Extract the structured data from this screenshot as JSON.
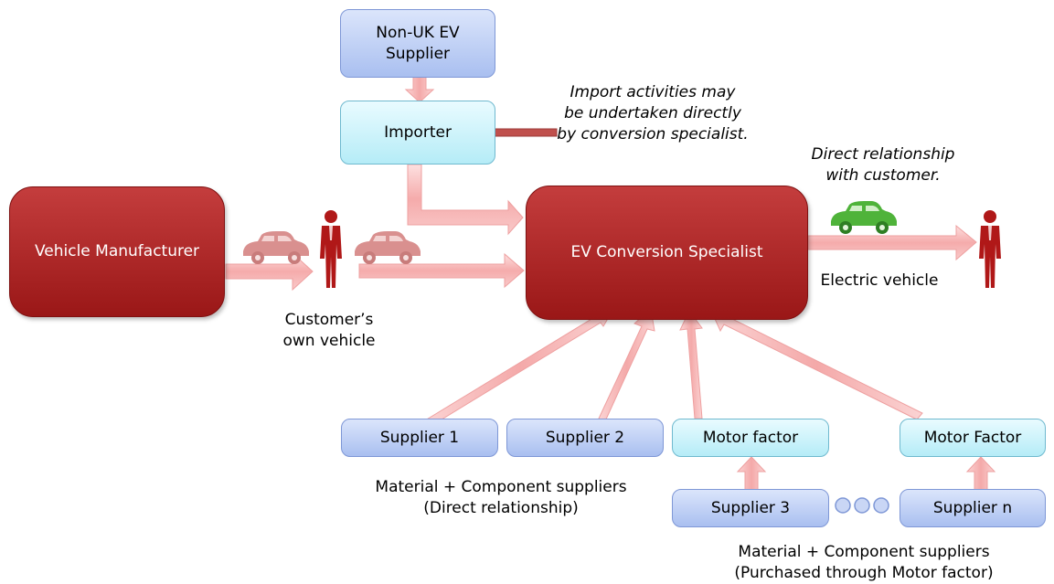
{
  "colors": {
    "red_node": "#a82020",
    "blue_node": "#b7cbf3",
    "cyan_node": "#c9f1f9",
    "pink_arrow": "#f6b3b3",
    "import_arrow": "#c0504d",
    "car_grey_red": "#d9908f",
    "car_green": "#4fb33a",
    "person": "#b01818"
  },
  "nodes": {
    "non_uk": "Non-UK EV Supplier",
    "importer": "Importer",
    "vehicle_manufacturer": "Vehicle Manufacturer",
    "ev_specialist": "EV Conversion Specialist",
    "supplier_1": "Supplier 1",
    "supplier_2": "Supplier 2",
    "motor_factor_1": "Motor factor",
    "motor_factor_2": "Motor Factor",
    "supplier_3": "Supplier 3",
    "supplier_n": "Supplier n"
  },
  "annotations": {
    "import_note": [
      "Import activities may",
      "be undertaken directly",
      "by conversion specialist."
    ],
    "direct_note": [
      "Direct relationship",
      "with customer."
    ],
    "customer_vehicle": [
      "Customer’s",
      "own vehicle"
    ],
    "electric_vehicle": "Electric vehicle",
    "direct_suppliers": [
      "Material + Component suppliers",
      "(Direct relationship)"
    ],
    "motor_suppliers": [
      "Material + Component suppliers",
      "(Purchased through Motor factor)"
    ]
  },
  "icons": [
    "car-icon",
    "person-icon",
    "ellipsis-dots-icon"
  ]
}
